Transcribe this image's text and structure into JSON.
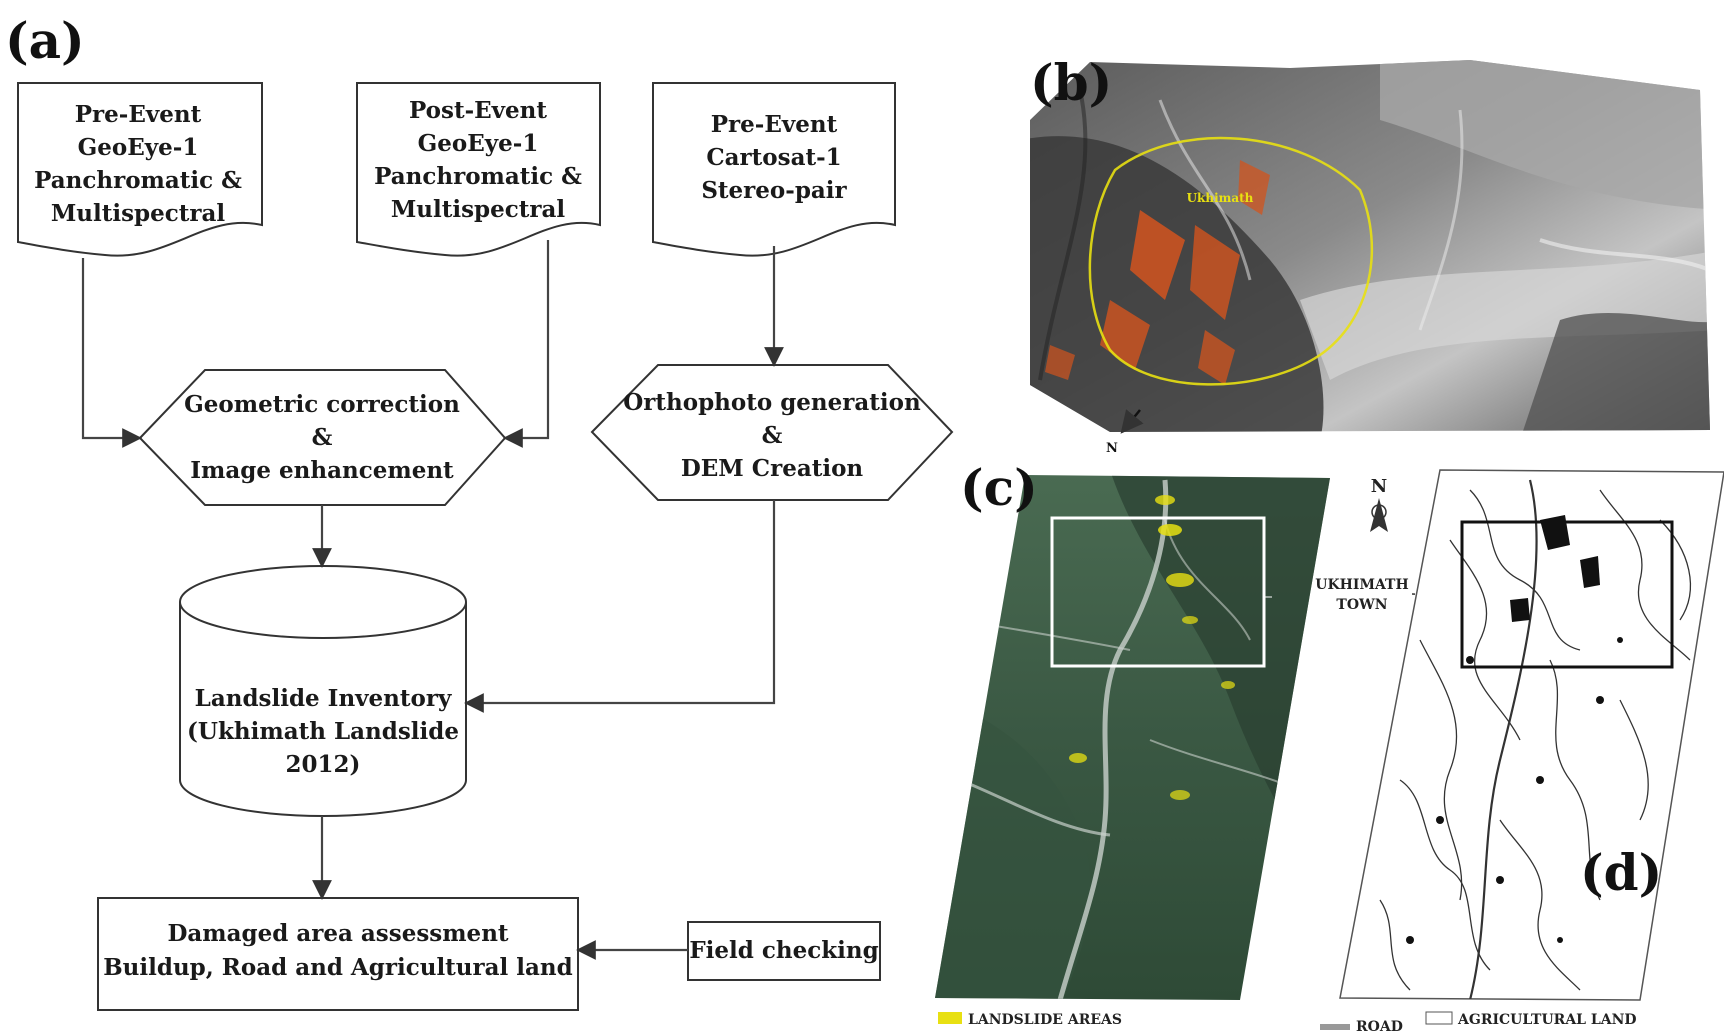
{
  "panels": {
    "a": "(a)",
    "b": "(b)",
    "c": "(c)",
    "d": "(d)"
  },
  "flowchart": {
    "doc_geoeye_pre": [
      "Pre-Event",
      "GeoEye-1",
      "Panchromatic &",
      "Multispectral"
    ],
    "doc_geoeye_post": [
      "Post-Event",
      "GeoEye-1",
      "Panchromatic &",
      "Multispectral"
    ],
    "doc_cartosat": [
      "Pre-Event",
      "Cartosat-1",
      "Stereo-pair"
    ],
    "hex_geometric": [
      "Geometric correction",
      "&",
      "Image enhancement"
    ],
    "hex_ortho": [
      "Orthophoto generation",
      "&",
      "DEM Creation"
    ],
    "db_inventory": [
      "Landslide Inventory",
      "(Ukhimath Landslide",
      "2012)"
    ],
    "box_damage": [
      "Damaged area assessment",
      "Buildup, Road and Agricultural land"
    ],
    "box_field": [
      "Field checking"
    ]
  },
  "map": {
    "b_place": "Ukhimath",
    "north_symbol": "N",
    "town_label": [
      "UKHIMATH",
      "TOWN"
    ],
    "legend": {
      "landslide": "LANDSLIDE AREAS",
      "road": "ROAD",
      "agri": "AGRICULTURAL LAND"
    }
  },
  "colors": {
    "landslide": "#e8e012",
    "slide_scar": "#d2541e",
    "terrain_dark": "#3c3c3c",
    "terrain_light": "#bdbdbd",
    "vegetation": "#3f5e46"
  }
}
